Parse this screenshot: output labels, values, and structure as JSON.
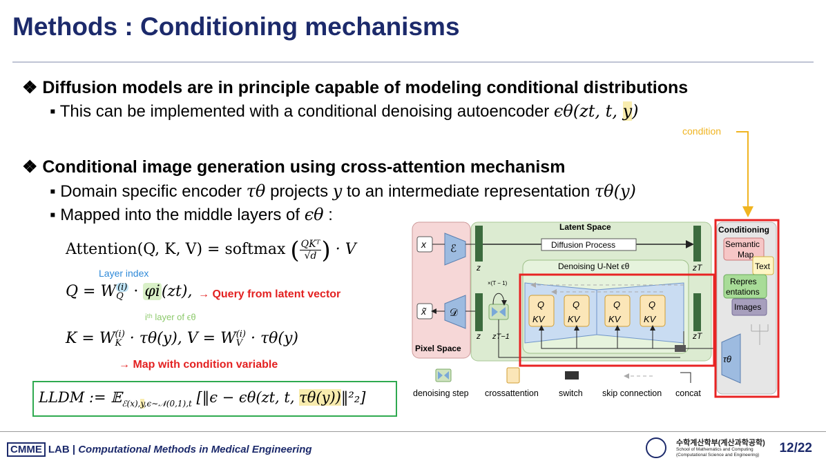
{
  "title": "Methods : Conditioning mechanisms",
  "bullet1": {
    "heading": "Diffusion models are in principle capable of modeling conditional distributions",
    "sub": "This can be implemented with a conditional denoising autoencoder",
    "sub_math": "ϵθ(zt, t, ",
    "sub_math_y": "y",
    "sub_math_end": ")",
    "condition_label": "condition"
  },
  "bullet2": {
    "heading": "Conditional image generation using cross-attention mechanism",
    "sub1_a": "Domain specific encoder",
    "sub1_tau": "τθ",
    "sub1_b": "projects",
    "sub1_y": "y",
    "sub1_c": "to an intermediate representation",
    "sub1_tauy": "τθ(y)",
    "sub2_a": "Mapped into the middle layers of",
    "sub2_eps": "ϵθ",
    "sub2_b": ":"
  },
  "equations": {
    "attention": "Attention(Q, K, V) = softmax",
    "attention_num": "QKᵀ",
    "attention_den": "√d",
    "attention_end": "· V",
    "layer_index": "Layer index",
    "q_eq_a": "Q = W",
    "q_eq_sub": "Q",
    "q_eq_sup": "(i)",
    "q_eq_b": "·",
    "q_eq_phi": "φi",
    "q_eq_c": "(zt),",
    "query_note": "→ Query from latent vector",
    "ith_layer": "iᵗʰ layer of ϵθ",
    "kv_eq": "K = W",
    "kv_sub_k": "K",
    "kv_sup": "(i)",
    "kv_mid": "· τθ(y),  V = W",
    "kv_sub_v": "V",
    "kv_end": "· τθ(y)",
    "map_note": "→ Map with condition variable",
    "ldm_a": "LLDM := 𝔼",
    "ldm_sub_a": "ℰ(x),",
    "ldm_sub_y": "y",
    "ldm_sub_b": ",ϵ∼𝒩(0,1),t",
    "ldm_b": "[‖ϵ − ϵθ(zt, t, ",
    "ldm_tau": "τθ(y))",
    "ldm_c": "‖²₂]"
  },
  "diagram": {
    "latent_space": "Latent Space",
    "diffusion_process": "Diffusion Process",
    "denoising_unet": "Denoising U-Net ϵθ",
    "pixel_space": "Pixel Space",
    "conditioning": "Conditioning",
    "semantic_map": "Semantic Map",
    "text": "Text",
    "representations": "Representations",
    "images": "Images",
    "x": "x",
    "x_tilde": "x̃",
    "enc": "ℰ",
    "dec": "𝒟",
    "z": "z",
    "zT": "zT",
    "zT1": "zT−1",
    "times": "×(T − 1)",
    "tau": "τθ",
    "qkv": [
      "Q",
      "KV"
    ],
    "legend": [
      "denoising step",
      "crossattention",
      "switch",
      "skip connection",
      "concat"
    ]
  },
  "footer": {
    "lab_box": "CMME",
    "lab": "LAB",
    "sep": "|",
    "full": "Computational Methods in Medical Engineering",
    "univ_kr": "수학계산학부(계산과학공학)",
    "univ_en1": "School of Mathematics and Computing",
    "univ_en2": "(Computational Science and Engineering)",
    "page": "12/22"
  }
}
